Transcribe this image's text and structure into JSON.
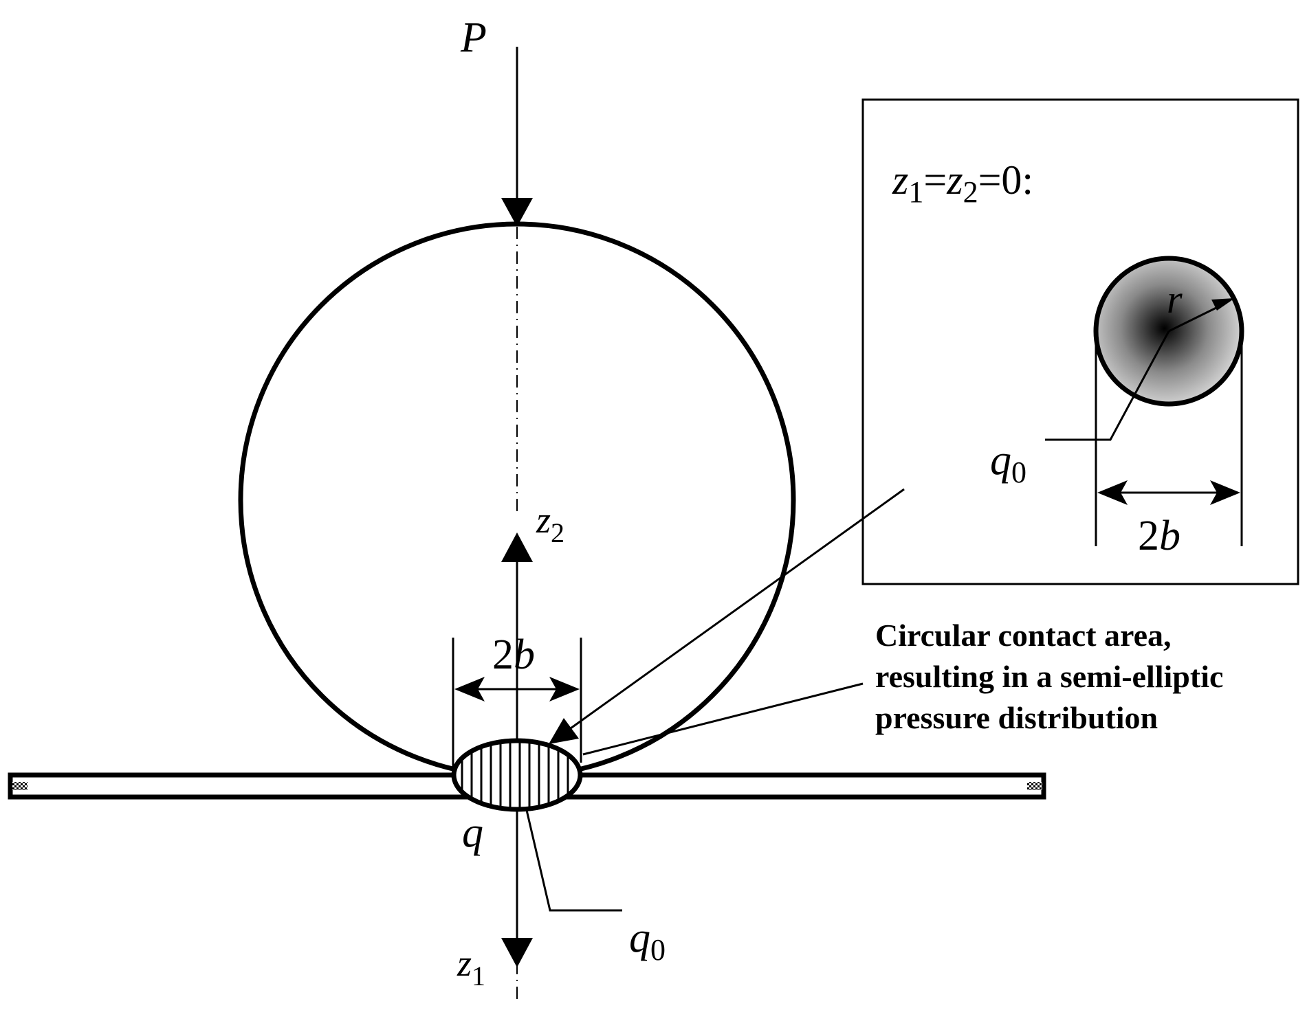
{
  "labels": {
    "P": "P",
    "z2_base": "z",
    "z2_sub": "2",
    "z1_base": "z",
    "z1_sub": "1",
    "q": "q",
    "q0_base": "q",
    "q0_sub": "0",
    "two_b": "2",
    "b": "b"
  },
  "inset": {
    "eq_z1": "z",
    "eq_z1_sub": "1",
    "eq_mid": "=",
    "eq_z2": "z",
    "eq_z2_sub": "2",
    "eq_end": "=0:",
    "r": "r",
    "q0_base": "q",
    "q0_sub": "0",
    "two": "2",
    "b": "b"
  },
  "callout": {
    "line1": "Circular contact area,",
    "line2": "resulting in a semi-elliptic",
    "line3": "pressure distribution"
  }
}
